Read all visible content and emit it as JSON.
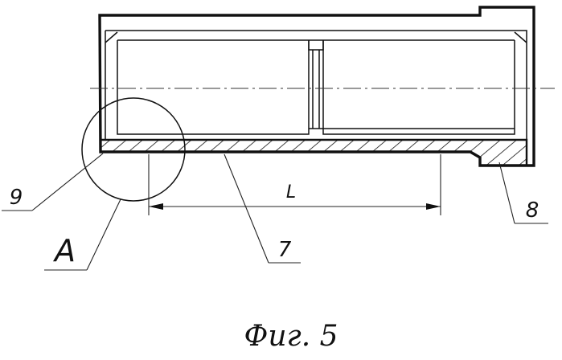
{
  "labels": {
    "part_9": "9",
    "part_7": "7",
    "part_8": "8",
    "detail_view": "A",
    "dimension": "L"
  },
  "caption": "Фиг. 5"
}
